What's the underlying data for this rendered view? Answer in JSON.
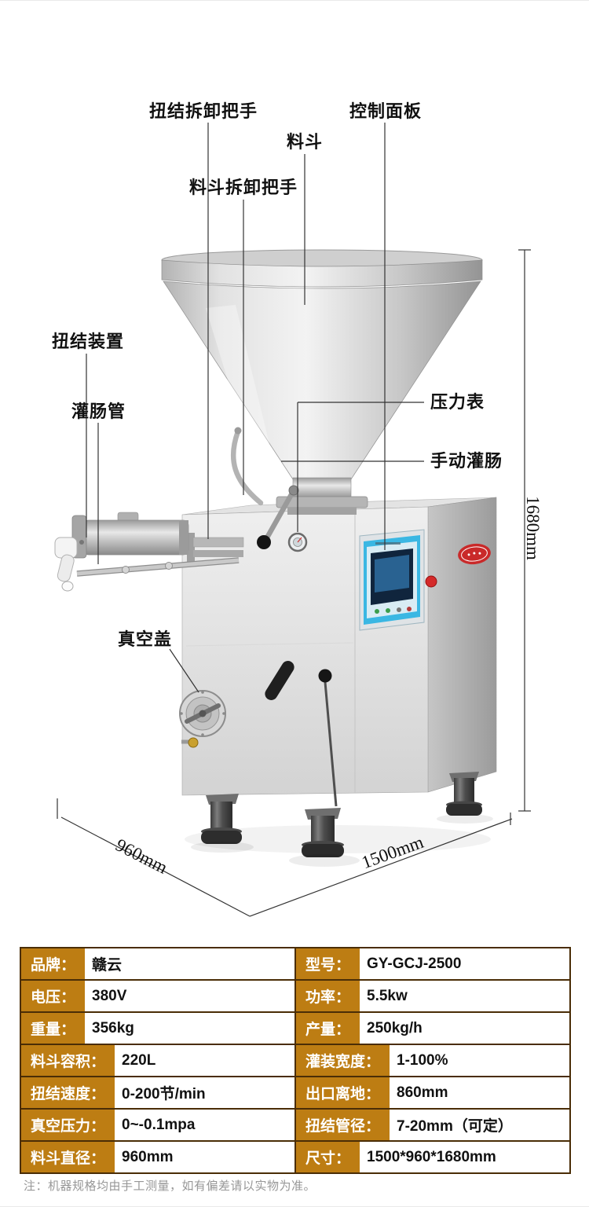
{
  "callouts": {
    "twist_removal_handle": "扭结拆卸把手",
    "control_panel": "控制面板",
    "hopper": "料斗",
    "hopper_removal_handle": "料斗拆卸把手",
    "twist_device": "扭结装置",
    "filling_tube": "灌肠管",
    "pressure_gauge": "压力表",
    "manual_filling": "手动灌肠",
    "vacuum_cover": "真空盖"
  },
  "dimensions": {
    "height": "1680mm",
    "depth": "960mm",
    "width": "1500mm"
  },
  "specs": {
    "rows": [
      {
        "cells": [
          {
            "label": "品牌：",
            "value": "赣云"
          },
          {
            "label": "型号：",
            "value": "GY-GCJ-2500"
          }
        ]
      },
      {
        "cells": [
          {
            "label": "电压：",
            "value": "380V"
          },
          {
            "label": "功率：",
            "value": "5.5kw"
          }
        ]
      },
      {
        "cells": [
          {
            "label": "重量：",
            "value": "356kg"
          },
          {
            "label": "产量：",
            "value": "250kg/h"
          }
        ]
      },
      {
        "cells": [
          {
            "label": "料斗容积：",
            "value": "220L"
          },
          {
            "label": "灌装宽度：",
            "value": "1-100%"
          }
        ]
      },
      {
        "cells": [
          {
            "label": "扭结速度：",
            "value": "0-200节/min"
          },
          {
            "label": "出口离地：",
            "value": "860mm"
          }
        ]
      },
      {
        "cells": [
          {
            "label": "真空压力：",
            "value": "0~-0.1mpa"
          },
          {
            "label": "扭结管径：",
            "value": "7-20mm（可定）"
          }
        ]
      },
      {
        "cells": [
          {
            "label": "料斗直径：",
            "value": "960mm"
          },
          {
            "label": "尺寸：",
            "value": "1500*960*1680mm"
          }
        ]
      }
    ]
  },
  "footnote": "注：机器规格均由手工测量，如有偏差请以实物为准。",
  "colors": {
    "spec_label_bg": "#bd7d13",
    "spec_border": "#4a2d06",
    "value_text": "#111111",
    "leader_line": "#333333",
    "panel_blue": "#3ab7e3",
    "logo_red": "#c92a2a",
    "stop_button_red": "#d42a2a"
  }
}
